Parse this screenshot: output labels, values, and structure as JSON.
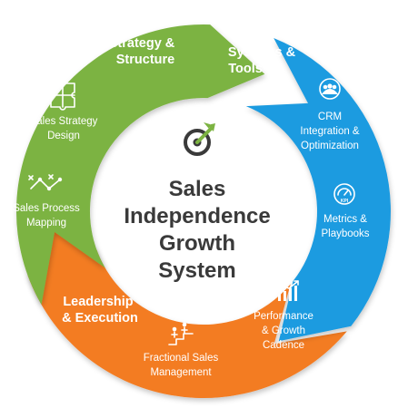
{
  "colors": {
    "strategy": "#7cb342",
    "systems": "#1e9be0",
    "leadership": "#f37b22",
    "center_text": "#3a3a3a",
    "logo_dark": "#3a3a3a",
    "logo_accent": "#7cb342"
  },
  "center": {
    "line1": "Sales",
    "line2": "Independence",
    "line3": "Growth",
    "line4": "System"
  },
  "segments": {
    "strategy": {
      "title_line1": "Strategy &",
      "title_line2": "Structure",
      "items": [
        {
          "line1": "Sales Strategy",
          "line2": "Design",
          "icon": "puzzle-icon"
        },
        {
          "line1": "Sales Process",
          "line2": "Mapping",
          "icon": "process-map-icon"
        }
      ]
    },
    "systems": {
      "title_line1": "Systems &",
      "title_line2": "Tools",
      "items": [
        {
          "line1": "CRM",
          "line2": "Integration &",
          "line3": "Optimization",
          "icon": "crm-users-icon"
        },
        {
          "line1": "Metrics &",
          "line2": "Playbooks",
          "icon": "kpi-gauge-icon",
          "icon_text": "KPI"
        }
      ]
    },
    "leadership": {
      "title_line1": "Leadership",
      "title_line2": "& Execution",
      "items": [
        {
          "line1": "Performance",
          "line2": "& Growth",
          "line3": "Cadence",
          "icon": "growth-chart-icon"
        },
        {
          "line1": "Fractional Sales",
          "line2": "Management",
          "icon": "team-climb-icon"
        }
      ]
    }
  }
}
